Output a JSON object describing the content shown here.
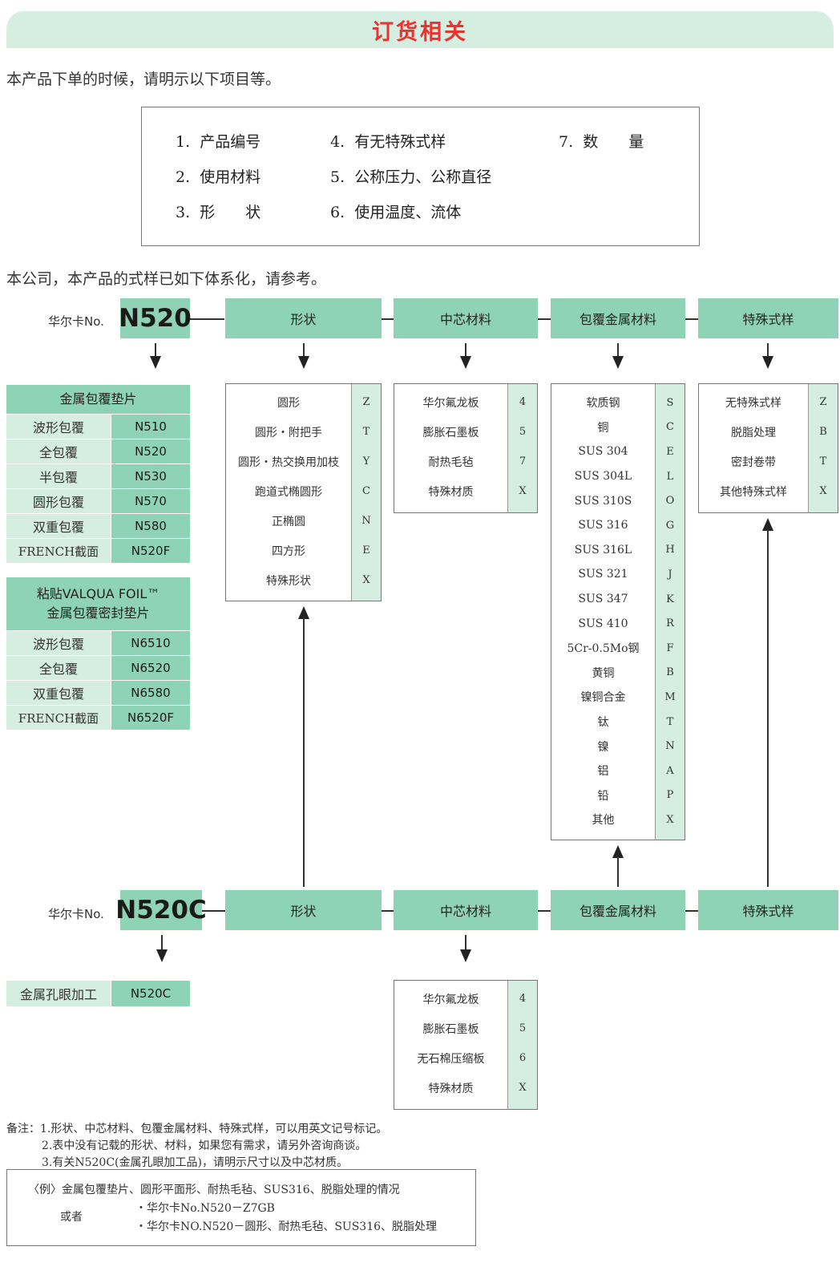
{
  "title": "订货相关",
  "intro1": "本产品下单的时候，请明示以下项目等。",
  "items": [
    {
      "num": "1.",
      "text": "产品编号"
    },
    {
      "num": "2.",
      "text": "使用材料"
    },
    {
      "num": "3.",
      "text": "形　　状"
    },
    {
      "num": "4.",
      "text": "有无特殊式样"
    },
    {
      "num": "5.",
      "text": "公称压力、公称直径"
    },
    {
      "num": "6.",
      "text": "使用温度、流体"
    },
    {
      "num": "7.",
      "text": "数　　量"
    }
  ],
  "intro2": "本公司，本产品的式样已如下体系化，请参考。",
  "system1": {
    "brand_label": "华尔卡No.",
    "code": "N520",
    "headers": [
      "形状",
      "中芯材料",
      "包覆金属材料",
      "特殊式样"
    ]
  },
  "gasket_table1": {
    "title": "金属包覆垫片",
    "rows": [
      {
        "name": "波形包覆",
        "code": "N510"
      },
      {
        "name": "全包覆",
        "code": "N520"
      },
      {
        "name": "半包覆",
        "code": "N530"
      },
      {
        "name": "圆形包覆",
        "code": "N570"
      },
      {
        "name": "双重包覆",
        "code": "N580"
      },
      {
        "name": "FRENCH截面",
        "code": "N520F"
      }
    ]
  },
  "gasket_table2": {
    "title_line1": "粘贴VALQUA FOIL™",
    "title_line2": "金属包覆密封垫片",
    "rows": [
      {
        "name": "波形包覆",
        "code": "N6510"
      },
      {
        "name": "全包覆",
        "code": "N6520"
      },
      {
        "name": "双重包覆",
        "code": "N6580"
      },
      {
        "name": "FRENCH截面",
        "code": "N6520F"
      }
    ]
  },
  "shape_options": [
    {
      "name": "圆形",
      "code": "Z"
    },
    {
      "name": "圆形・附把手",
      "code": "T"
    },
    {
      "name": "圆形・热交换用加枝",
      "code": "Y"
    },
    {
      "name": "跑道式椭圆形",
      "code": "C"
    },
    {
      "name": "正椭圆",
      "code": "N"
    },
    {
      "name": "四方形",
      "code": "E"
    },
    {
      "name": "特殊形状",
      "code": "X"
    }
  ],
  "core_options": [
    {
      "name": "华尔氟龙板",
      "code": "4"
    },
    {
      "name": "膨胀石墨板",
      "code": "5"
    },
    {
      "name": "耐热毛毡",
      "code": "7"
    },
    {
      "name": "特殊材质",
      "code": "X"
    }
  ],
  "metal_options": [
    {
      "name": "软质钢",
      "code": "S"
    },
    {
      "name": "铜",
      "code": "C"
    },
    {
      "name": "SUS 304",
      "code": "E"
    },
    {
      "name": "SUS 304L",
      "code": "L"
    },
    {
      "name": "SUS 310S",
      "code": "O"
    },
    {
      "name": "SUS 316",
      "code": "G"
    },
    {
      "name": "SUS 316L",
      "code": "H"
    },
    {
      "name": "SUS 321",
      "code": "J"
    },
    {
      "name": "SUS 347",
      "code": "K"
    },
    {
      "name": "SUS 410",
      "code": "R"
    },
    {
      "name": "5Cr-0.5Mo钢",
      "code": "F"
    },
    {
      "name": "黄铜",
      "code": "B"
    },
    {
      "name": "镍铜合金",
      "code": "M"
    },
    {
      "name": "钛",
      "code": "T"
    },
    {
      "name": "镍",
      "code": "N"
    },
    {
      "name": "铝",
      "code": "A"
    },
    {
      "name": "铅",
      "code": "P"
    },
    {
      "name": "其他",
      "code": "X"
    }
  ],
  "special_options": [
    {
      "name": "无特殊式样",
      "code": "Z"
    },
    {
      "name": "脱脂处理",
      "code": "B"
    },
    {
      "name": "密封卷带",
      "code": "T"
    },
    {
      "name": "其他特殊式样",
      "code": "X"
    }
  ],
  "system2": {
    "brand_label": "华尔卡No.",
    "code": "N520C",
    "headers": [
      "形状",
      "中芯材料",
      "包覆金属材料",
      "特殊式样"
    ]
  },
  "eyelet_row": {
    "name": "金属孔眼加工",
    "code": "N520C"
  },
  "core_options2": [
    {
      "name": "华尔氟龙板",
      "code": "4"
    },
    {
      "name": "膨胀石墨板",
      "code": "5"
    },
    {
      "name": "无石棉压缩板",
      "code": "6"
    },
    {
      "name": "特殊材质",
      "code": "X"
    }
  ],
  "notes": {
    "label": "备注：",
    "lines": [
      "1.形状、中芯材料、包覆金属材料、特殊式样，可以用英文记号标记。",
      "2.表中没有记载的形状、材料，如果您有需求，请另外咨询商谈。",
      "3.有关N520C(金属孔眼加工品)，请明示尺寸以及中芯材质。"
    ]
  },
  "example": {
    "line1": "〈例〉金属包覆垫片、圆形平面形、耐热毛毡、SUS316、脱脂处理的情况",
    "or_label": "或者",
    "line2": "・华尔卡No.N520－Z7GB",
    "line3": "・华尔卡NO.N520－圆形、耐热毛毡、SUS316、脱脂处理"
  },
  "colors": {
    "title_red": "#e8332f",
    "green_dark": "#8fd3b6",
    "green_light": "#d6ede2"
  }
}
